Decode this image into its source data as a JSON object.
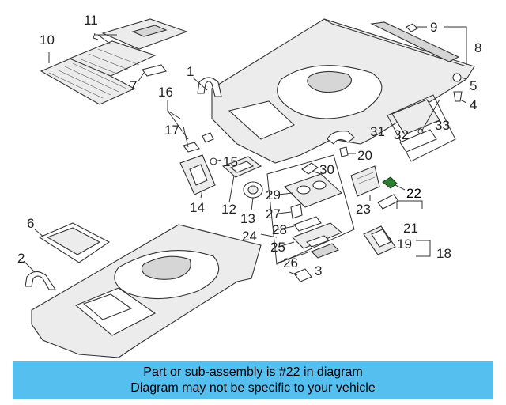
{
  "callouts": {
    "c1": "1",
    "c2": "2",
    "c3": "3",
    "c4": "4",
    "c5": "5",
    "c6": "6",
    "c7": "7",
    "c8": "8",
    "c9": "9",
    "c10": "10",
    "c11": "11",
    "c12": "12",
    "c13": "13",
    "c14": "14",
    "c15": "15",
    "c16": "16",
    "c17": "17",
    "c18": "18",
    "c19": "19",
    "c20": "20",
    "c21": "21",
    "c22": "22",
    "c23": "23",
    "c24": "24",
    "c25": "25",
    "c26": "26",
    "c27": "27",
    "c28": "28",
    "c29": "29",
    "c30": "30",
    "c31": "31",
    "c32": "32",
    "c33": "33"
  },
  "highlighted_part": "22",
  "banner": {
    "line1": "Part or sub-assembly is #22 in diagram",
    "line2": "Diagram may not be specific to your vehicle",
    "background": "#55bff0"
  }
}
